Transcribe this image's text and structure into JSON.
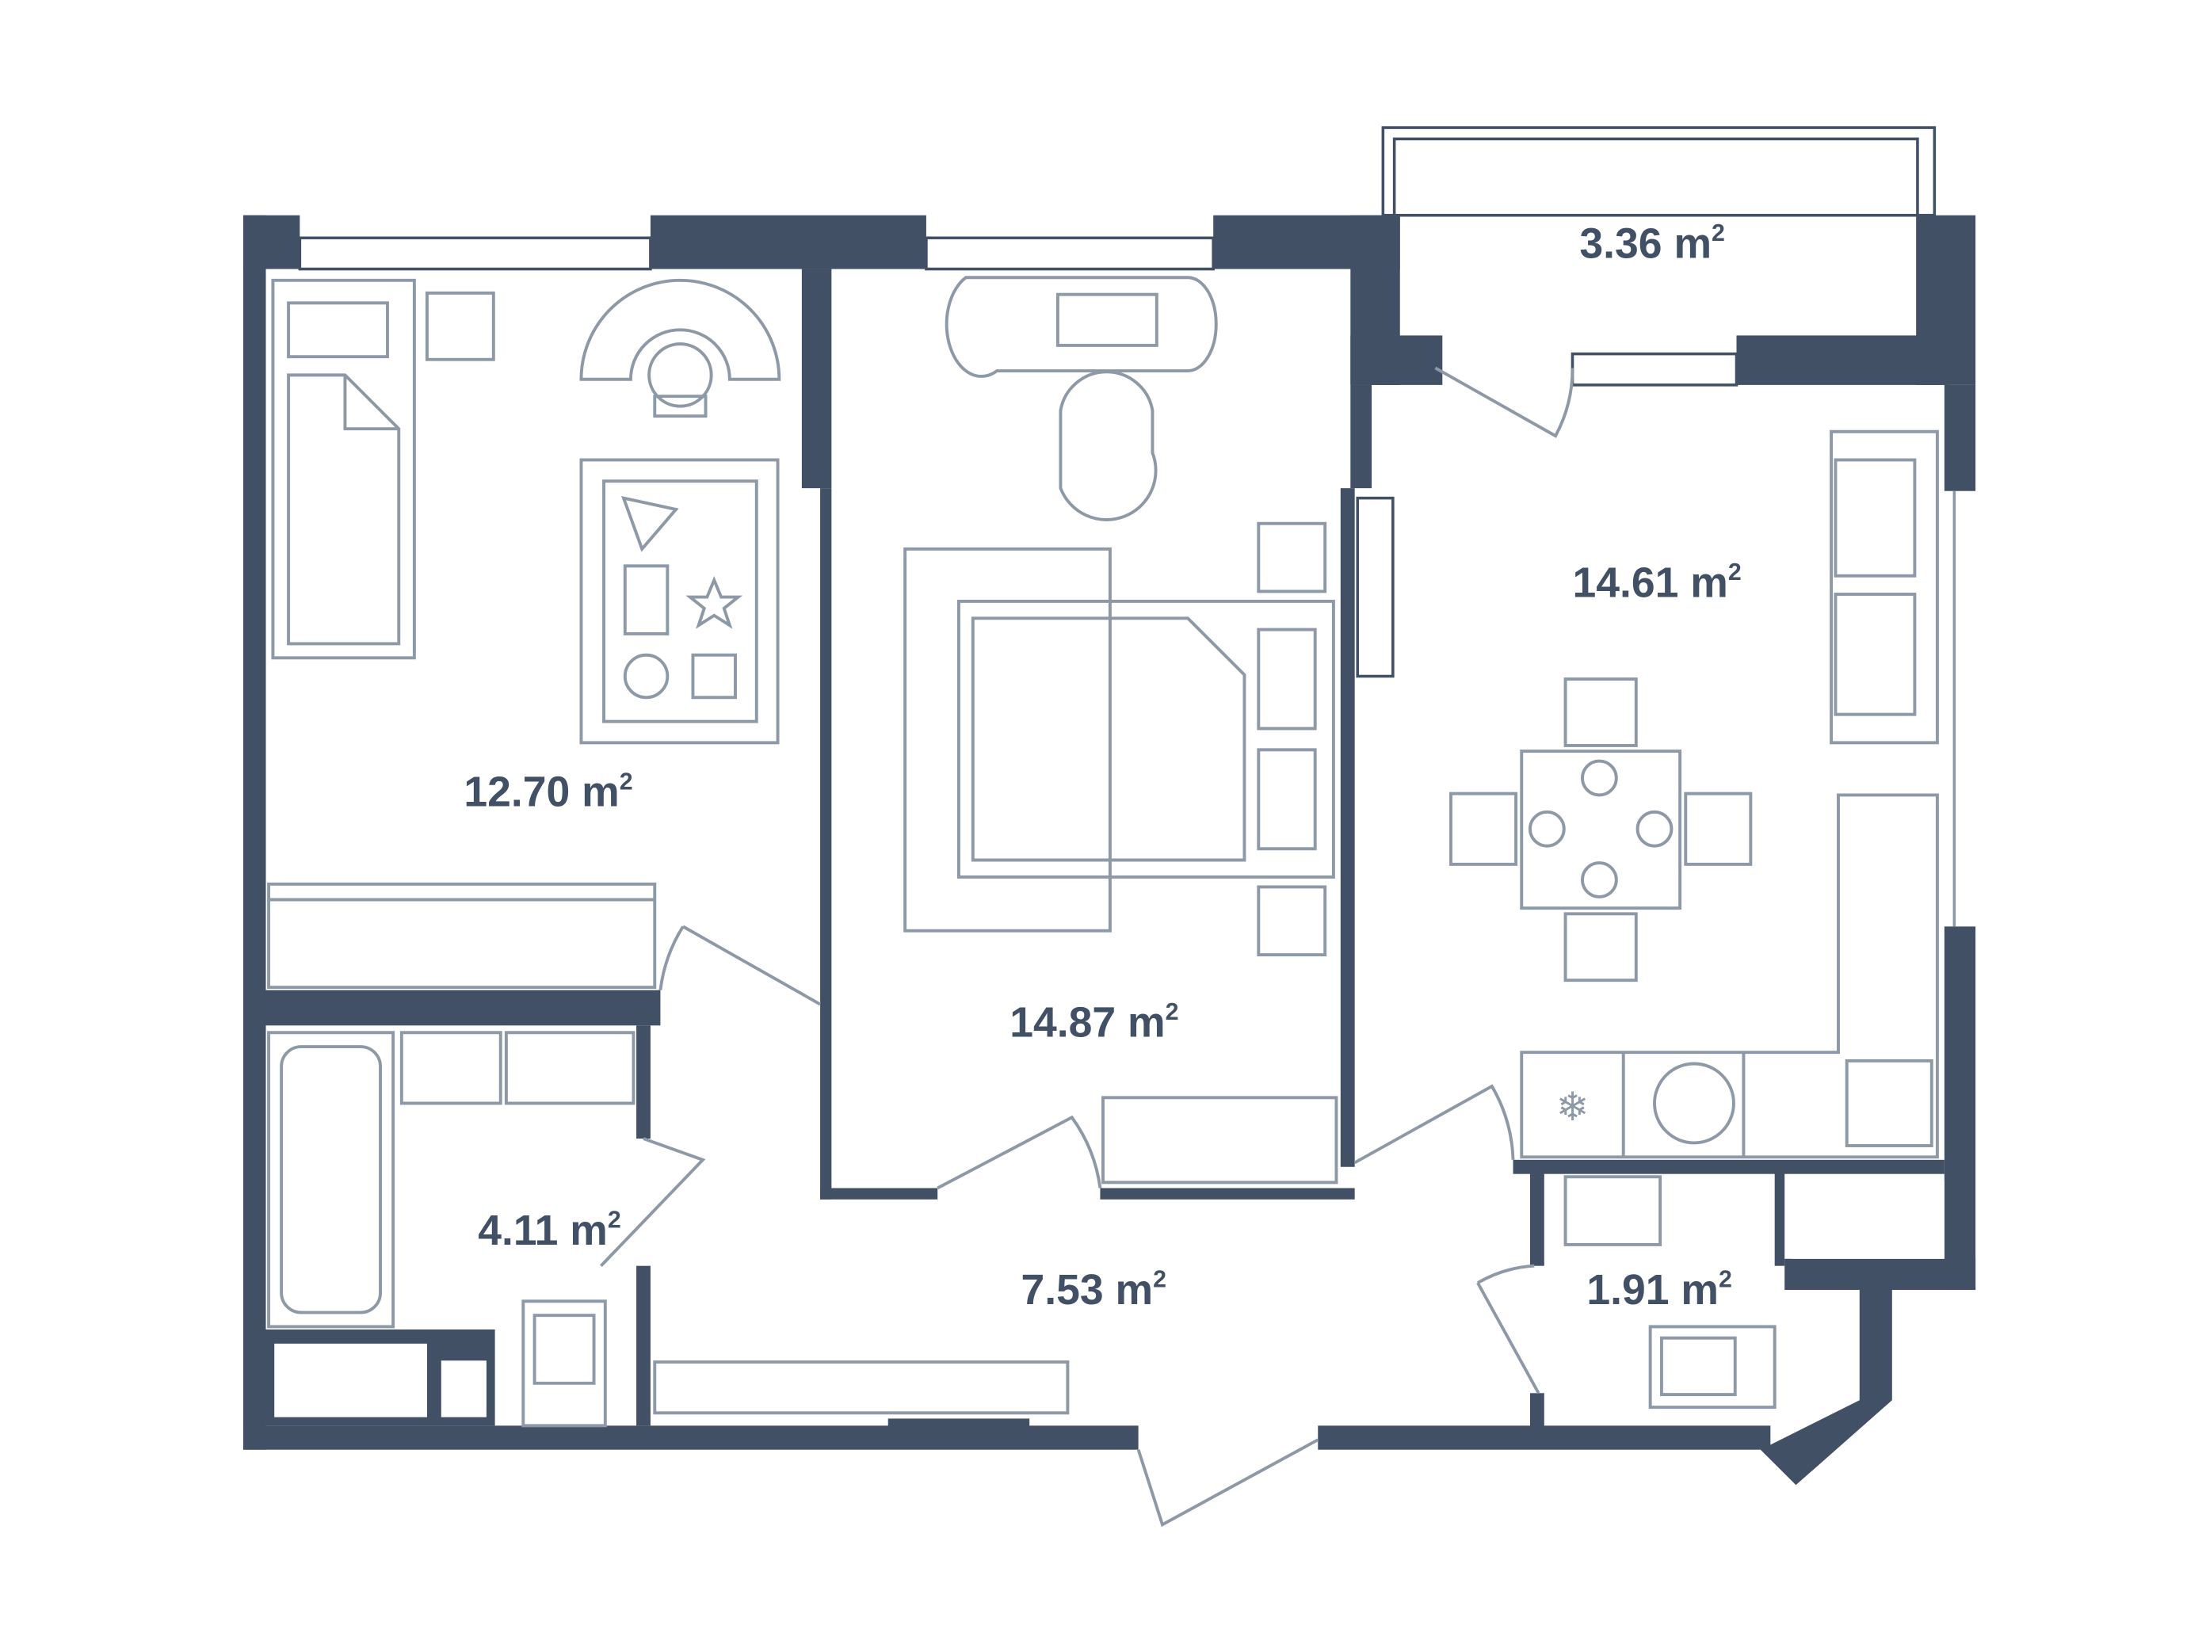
{
  "plan": {
    "wall_color": "#425066",
    "furniture_color": "#8e99a8",
    "rooms": [
      {
        "id": "bedroom-1",
        "area": "12.70",
        "unit": "m",
        "sup": "2"
      },
      {
        "id": "bedroom-2",
        "area": "14.87",
        "unit": "m",
        "sup": "2"
      },
      {
        "id": "balcony",
        "area": "3.36",
        "unit": "m",
        "sup": "2"
      },
      {
        "id": "kitchen-living",
        "area": "14.61",
        "unit": "m",
        "sup": "2"
      },
      {
        "id": "bathroom",
        "area": "4.11",
        "unit": "m",
        "sup": "2"
      },
      {
        "id": "hallway",
        "area": "7.53",
        "unit": "m",
        "sup": "2"
      },
      {
        "id": "toilet",
        "area": "1.91",
        "unit": "m",
        "sup": "2"
      }
    ]
  }
}
